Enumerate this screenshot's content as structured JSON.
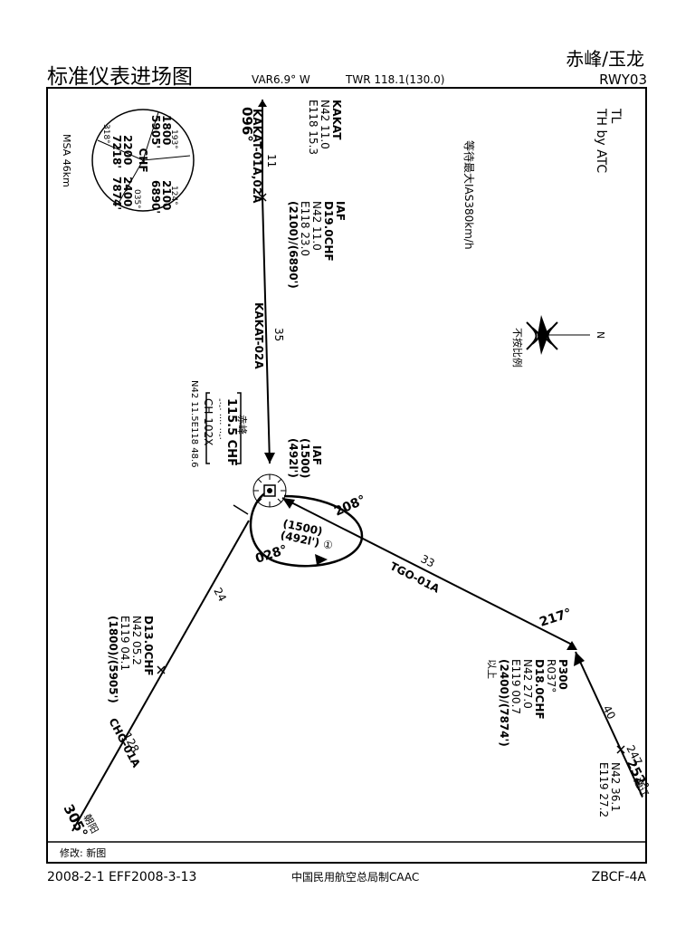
{
  "header": {
    "title_cn": "标准仪表进场图",
    "variation": "VAR6.9° W",
    "twr": "TWR  118.1(130.0)",
    "airport": "赤峰/玉龙",
    "runway": "RWY03"
  },
  "footer": {
    "revision": "修改: 新图",
    "dates": "2008-2-1 EFF2008-3-13",
    "authority": "中国民用航空总局制CAAC",
    "chart_id": "ZBCF-4A"
  },
  "msa": {
    "label": "MSA 46km",
    "center": "CHF",
    "bearings": [
      "124°",
      "193°",
      "035°",
      "318°"
    ],
    "sectors": [
      {
        "m": "2100",
        "ft": "6890'"
      },
      {
        "m": "1800",
        "ft": "5905'"
      },
      {
        "m": "2200",
        "ft": "7218'"
      },
      {
        "m": "2400",
        "ft": "7874'"
      }
    ]
  },
  "notes": {
    "transition": "TL",
    "transition2": "TH by ATC",
    "holding_speed": "等待最大IAS380km/h",
    "not_to_scale": "不按比例",
    "north": "N"
  },
  "navaid": {
    "name": "赤峰",
    "freq": "115.5  CHF",
    "morse": "-·-· ···· ··-·",
    "channel": "CH  102X",
    "coords": "N42  11.5E118  48.6"
  },
  "fixes": {
    "kakat": {
      "name": "KAKAT",
      "lat": "N42  11.0",
      "lon": "E118  15.3"
    },
    "iaf_north": {
      "l1": "IAF",
      "l2": "D19.0CHF",
      "l3": "N42  11.0",
      "l4": "E118  23.0",
      "l5": "(2100)/(6890')"
    },
    "iaf_chf": {
      "l1": "IAF",
      "l2": "(1500)",
      "l3": "(492l')"
    },
    "p300": {
      "l1": "P300",
      "l2": "R037°",
      "l3": "D18.0CHF",
      "l4": "N42  27.0",
      "l5": "E119  00.7",
      "l6": "(2400)/(7874')",
      "l7": "以上"
    },
    "d13": {
      "l1": "D13.0CHF",
      "l2": "N42  05.2",
      "l3": "E119  04.1",
      "l4": "(1800)/(5905')"
    },
    "southeast": {
      "lat": "N42  36.1",
      "lon": "E119  27.2",
      "name": "通辽"
    },
    "west_end": {
      "name": "朝阳"
    }
  },
  "routes": {
    "kakat_course": "096°",
    "kakat_dist": "11",
    "kakat_name": "KAKAT-01A,02A",
    "north_dist": "35",
    "north_name": "KAKAT-02A",
    "tgo_course": "217°",
    "tgo_dist": "33",
    "tgo_name": "TGO-01A",
    "inbound_208": "208°",
    "se_dist": "40",
    "se_course": "252°",
    "se_dist2": "247",
    "chg_course": "305°",
    "chg_dist1": "24",
    "chg_dist2": "128",
    "chg_name": "CHG-01A"
  },
  "holding": {
    "outbound": "028°",
    "alt_m": "(1500)",
    "alt_ft": "(492l')",
    "minutes": "①"
  }
}
